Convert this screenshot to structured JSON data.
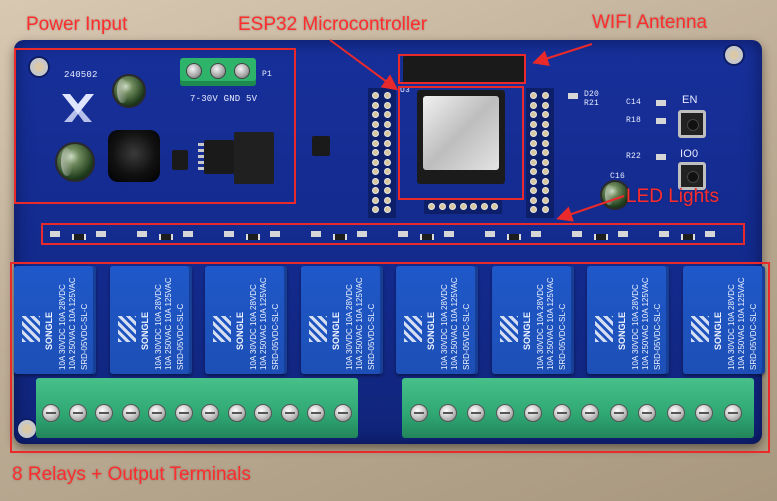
{
  "labels": {
    "power_input": "Power Input",
    "esp32": "ESP32 Microcontroller",
    "wifi_antenna": "WIFI Antenna",
    "led_lights": "LED Lights",
    "relays": "8 Relays + Output Terminals"
  },
  "silkscreen": {
    "date_code": "240502",
    "voltage": "7-30V GND  5V",
    "en": "EN",
    "io0": "IO0",
    "pwr_pin": "P1",
    "u3": "U3",
    "d20": "D20",
    "r21": "R21",
    "c14": "C14",
    "r18": "R18",
    "r22": "R22",
    "c16": "C16"
  },
  "relay": {
    "brand": "SONGLE",
    "model": "SRD-05VDC-SL-C",
    "rating_1": "10A 250VAC 10A 125VAC",
    "rating_2": "10A 30VDC 10A 28VDC",
    "count": 8
  },
  "colors": {
    "annotation": "#ea2a2a",
    "pcb": "#132a8c",
    "relay": "#1f58c9",
    "terminal": "#2fa874"
  }
}
